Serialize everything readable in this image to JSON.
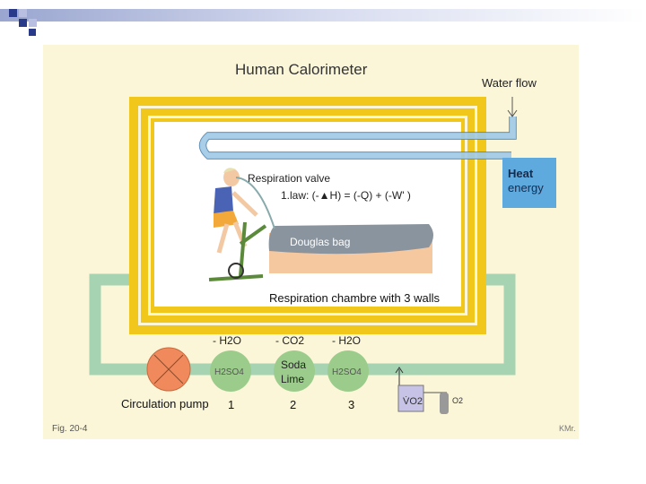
{
  "title": "Human Calorimeter",
  "labels": {
    "water_flow": "Water flow",
    "heat_line1": "Heat",
    "heat_line2": "energy",
    "respiration_valve": "Respiration valve",
    "law": "1.law: (-▲H) = (-Q) + (-W' )",
    "douglas_bag": "Douglas bag",
    "chamber": "Respiration chambre with 3 walls",
    "minus_h2o_1": "- H2O",
    "minus_co2": "- CO2",
    "minus_h2o_2": "- H2O",
    "h2so4_1": "H2SO4",
    "soda_line1": "Soda",
    "soda_line2": "Lime",
    "h2so4_2": "H2SO4",
    "circulation_pump": "Circulation pump",
    "num1": "1",
    "num2": "2",
    "num3": "3",
    "vo2": "V̇O2",
    "o2": "O2",
    "fig": "Fig. 20-4",
    "credit": "KMr."
  },
  "colors": {
    "panel": "#fbf6d8",
    "wall_yellow": "#f2c71b",
    "water_pipe": "#9ec9e6",
    "air_pipe": "#a6d4b3",
    "heat_box": "#5ea9de",
    "pump": "#f08a5d",
    "absorber": "#9ccc8c",
    "douglas_bag": "#8a949e",
    "chamber_floor": "#f6c8a0",
    "vo2_box": "#c7c3e6",
    "deco_blue": "#2a3a8a"
  }
}
